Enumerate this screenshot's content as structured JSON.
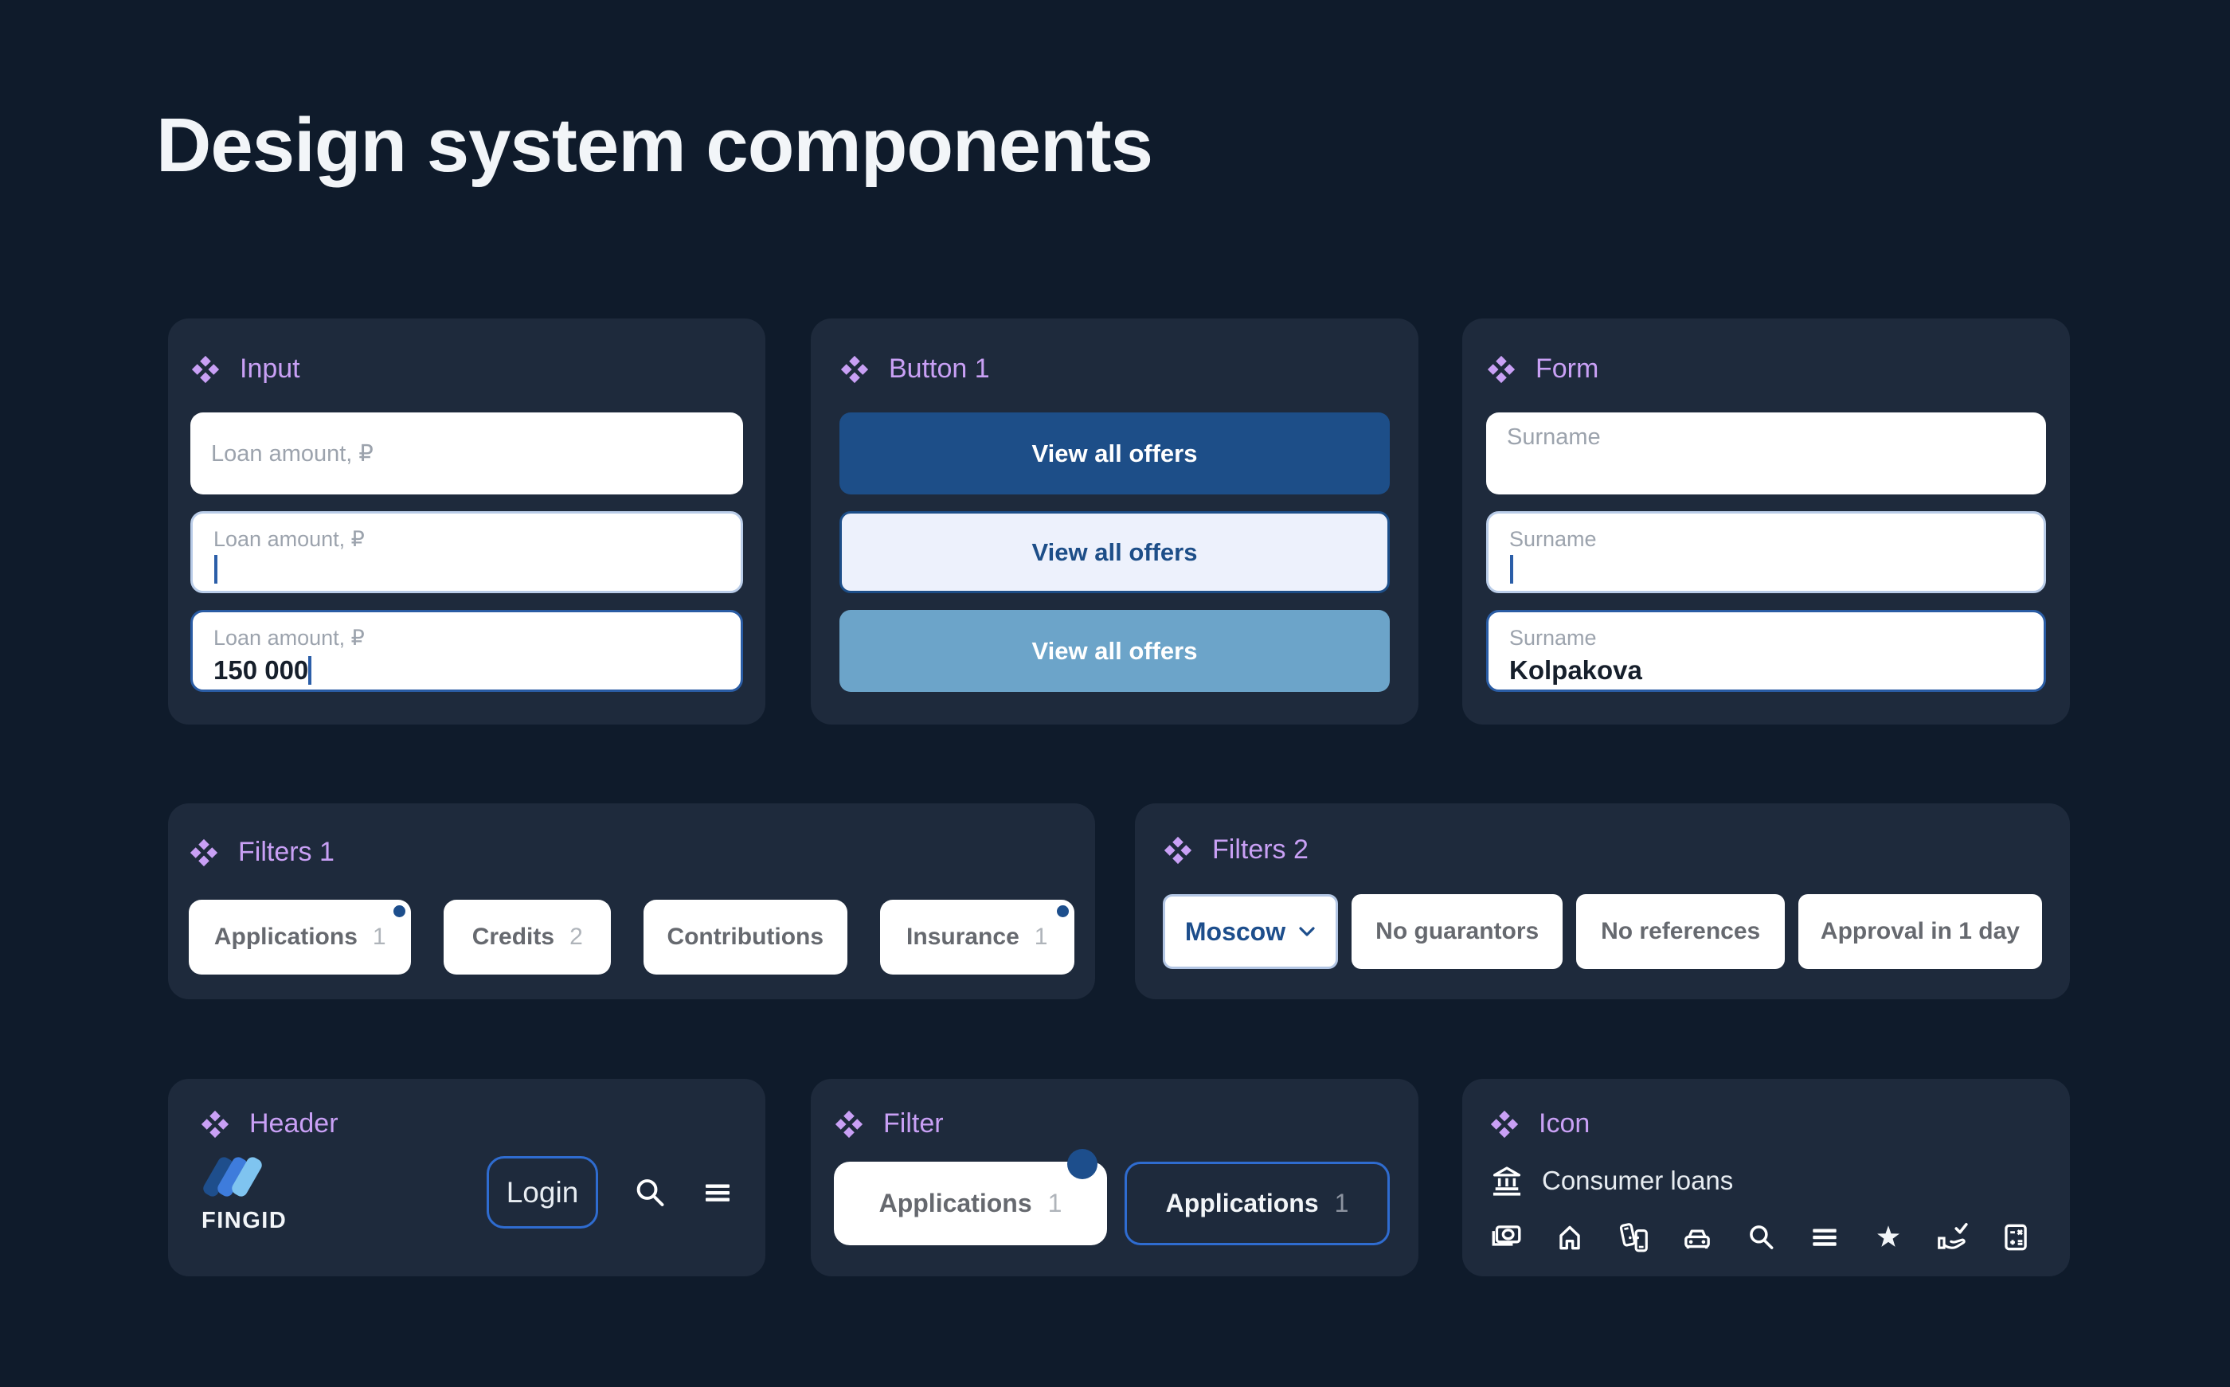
{
  "page": {
    "title": "Design system components"
  },
  "colors": {
    "background": "#0F1B2B",
    "card": "#1E2A3C",
    "accent_purple": "#C9A0F5",
    "primary_blue": "#1D4E88",
    "bright_blue_border": "#2F6CD0",
    "focus_border": "#B9CCE8",
    "filled_border": "#2A5CA4",
    "light_button_bg": "#EDF1FC",
    "steel_button_bg": "#6CA4C9",
    "chip_text": "#66696F",
    "chip_count": "#AFB4BA",
    "placeholder": "#9CA3AD"
  },
  "cards": {
    "input": {
      "title": "Input",
      "fields": [
        {
          "placeholder": "Loan amount, ₽",
          "state": "default",
          "value": ""
        },
        {
          "placeholder": "Loan amount, ₽",
          "state": "focused",
          "value": ""
        },
        {
          "placeholder": "Loan amount, ₽",
          "state": "filled",
          "value": "150 000"
        }
      ]
    },
    "button1": {
      "title": "Button 1",
      "buttons": [
        {
          "label": "View all offers",
          "variant": "primary"
        },
        {
          "label": "View all offers",
          "variant": "secondary"
        },
        {
          "label": "View all offers",
          "variant": "tertiary"
        }
      ]
    },
    "form": {
      "title": "Form",
      "fields": [
        {
          "placeholder": "Surname",
          "state": "default",
          "value": ""
        },
        {
          "placeholder": "Surname",
          "state": "focused",
          "value": ""
        },
        {
          "placeholder": "Surname",
          "state": "filled",
          "value": "Kolpakova"
        }
      ]
    },
    "filters1": {
      "title": "Filters 1",
      "chips": [
        {
          "label": "Applications",
          "count": "1",
          "dot": true
        },
        {
          "label": "Credits",
          "count": "2",
          "dot": false
        },
        {
          "label": "Contributions",
          "count": "",
          "dot": false
        },
        {
          "label": "Insurance",
          "count": "1",
          "dot": true
        }
      ]
    },
    "filters2": {
      "title": "Filters 2",
      "chips": [
        {
          "label": "Moscow",
          "type": "select"
        },
        {
          "label": "No guarantors",
          "type": "chip"
        },
        {
          "label": "No references",
          "type": "chip"
        },
        {
          "label": "Approval in 1 day",
          "type": "chip"
        }
      ]
    },
    "header": {
      "title": "Header",
      "logo_text": "FINGID",
      "login_label": "Login",
      "icons": [
        "search-icon",
        "menu-icon"
      ]
    },
    "filter": {
      "title": "Filter",
      "chips": [
        {
          "label": "Applications",
          "count": "1",
          "dot": true,
          "variant": "light"
        },
        {
          "label": "Applications",
          "count": "1",
          "dot": false,
          "variant": "outline"
        }
      ]
    },
    "icon": {
      "title": "Icon",
      "featured": {
        "icon": "bank-icon",
        "label": "Consumer loans"
      },
      "icons": [
        "banknote-icon",
        "home-icon",
        "transfer-phones-icon",
        "car-icon",
        "search-icon",
        "menu-icon",
        "star-icon",
        "hand-check-icon",
        "calculator-icon"
      ]
    }
  }
}
